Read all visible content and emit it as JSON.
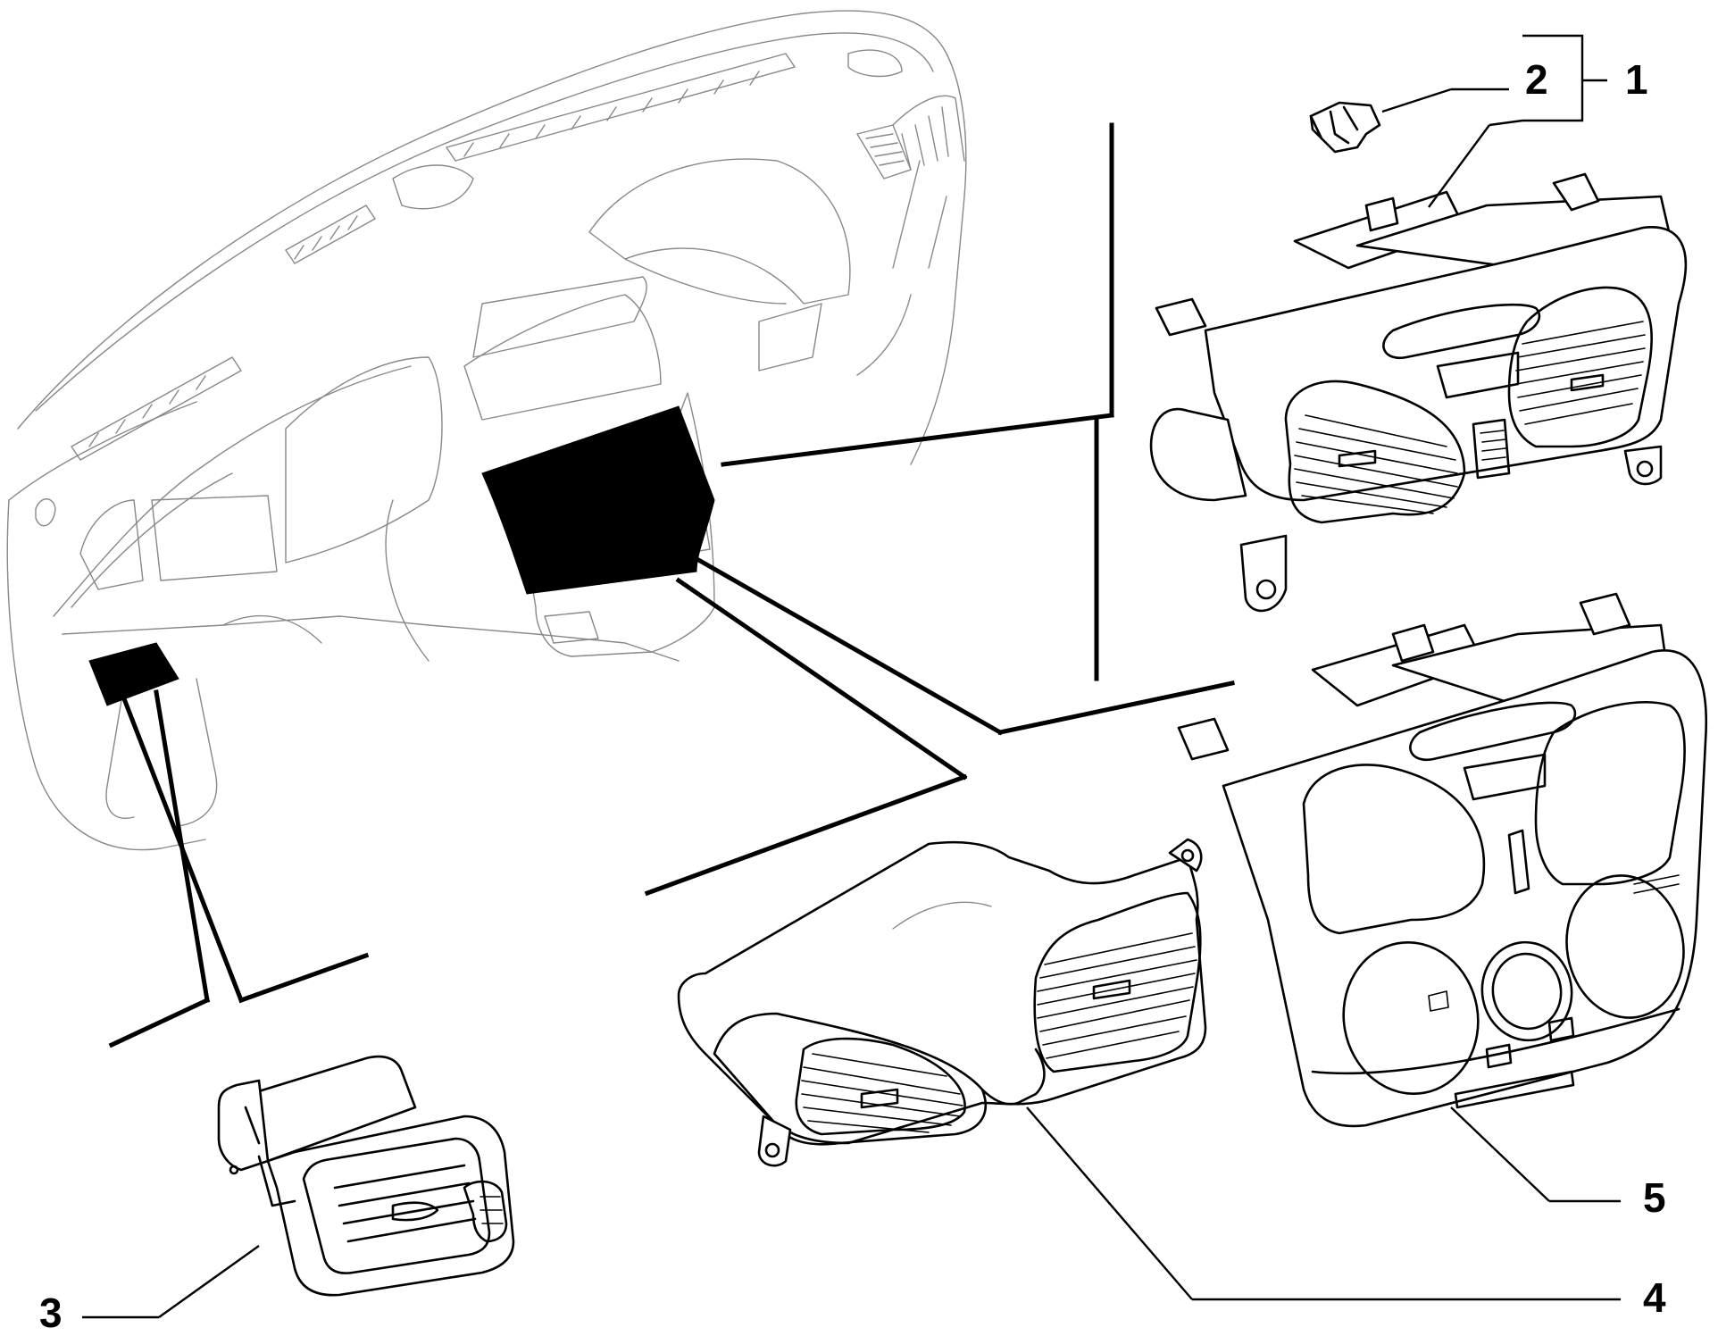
{
  "callouts": [
    {
      "id": "1",
      "text": "1"
    },
    {
      "id": "2",
      "text": "2"
    },
    {
      "id": "3",
      "text": "3"
    },
    {
      "id": "4",
      "text": "4"
    },
    {
      "id": "5",
      "text": "5"
    }
  ],
  "colors": {
    "ink": "#000000",
    "light_ink": "#888888",
    "background": "#ffffff"
  }
}
